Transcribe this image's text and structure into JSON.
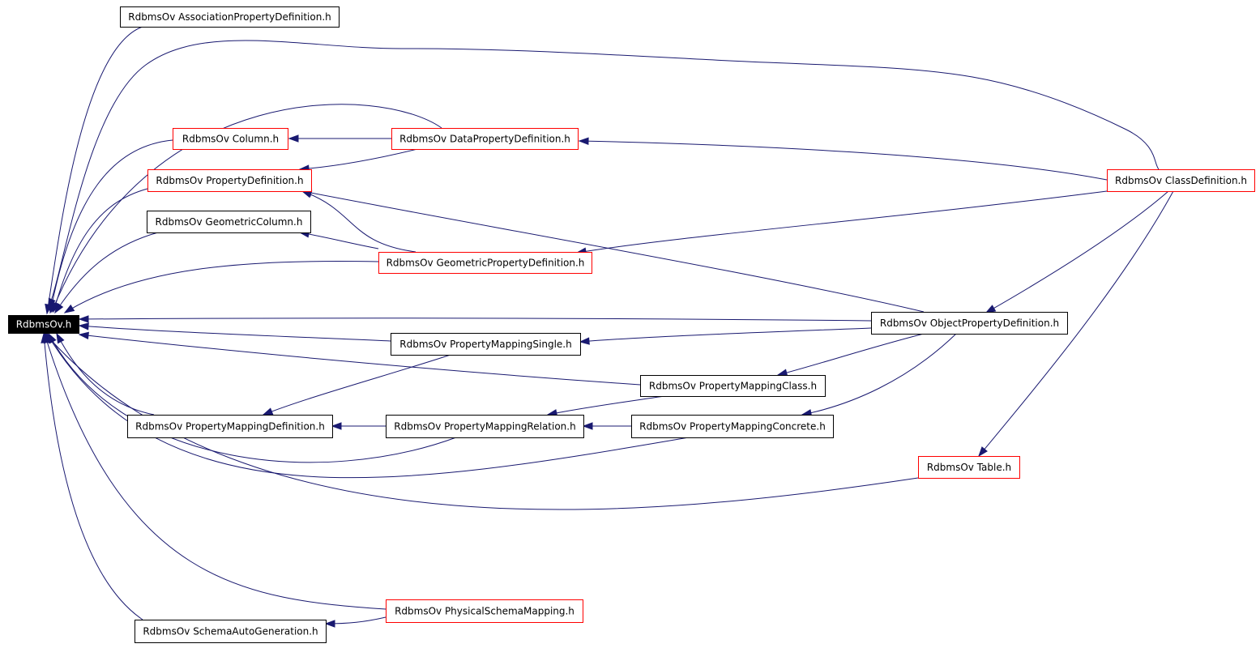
{
  "colors": {
    "edge": "#191970",
    "root_fill": "#000000",
    "root_text": "#ffffff",
    "normal_border": "#000000",
    "truncated_border": "#ff0000",
    "node_fill": "#ffffff",
    "node_text": "#000000"
  },
  "nodes": [
    {
      "id": "root",
      "label": "RdbmsOv.h",
      "style": "root"
    },
    {
      "id": "assoc",
      "label": "RdbmsOv AssociationPropertyDefinition.h",
      "style": "normal"
    },
    {
      "id": "column",
      "label": "RdbmsOv Column.h",
      "style": "truncated"
    },
    {
      "id": "dataprop",
      "label": "RdbmsOv DataPropertyDefinition.h",
      "style": "truncated"
    },
    {
      "id": "propdef",
      "label": "RdbmsOv PropertyDefinition.h",
      "style": "truncated"
    },
    {
      "id": "classdef",
      "label": "RdbmsOv ClassDefinition.h",
      "style": "truncated"
    },
    {
      "id": "geocol",
      "label": "RdbmsOv GeometricColumn.h",
      "style": "normal"
    },
    {
      "id": "geoprop",
      "label": "RdbmsOv GeometricPropertyDefinition.h",
      "style": "truncated"
    },
    {
      "id": "objprop",
      "label": "RdbmsOv ObjectPropertyDefinition.h",
      "style": "normal"
    },
    {
      "id": "pmsingle",
      "label": "RdbmsOv PropertyMappingSingle.h",
      "style": "normal"
    },
    {
      "id": "pmclass",
      "label": "RdbmsOv PropertyMappingClass.h",
      "style": "normal"
    },
    {
      "id": "pmdef",
      "label": "RdbmsOv PropertyMappingDefinition.h",
      "style": "normal"
    },
    {
      "id": "pmrel",
      "label": "RdbmsOv PropertyMappingRelation.h",
      "style": "normal"
    },
    {
      "id": "pmconc",
      "label": "RdbmsOv PropertyMappingConcrete.h",
      "style": "normal"
    },
    {
      "id": "table",
      "label": "RdbmsOv Table.h",
      "style": "truncated"
    },
    {
      "id": "physmap",
      "label": "RdbmsOv PhysicalSchemaMapping.h",
      "style": "truncated"
    },
    {
      "id": "autogen",
      "label": "RdbmsOv SchemaAutoGeneration.h",
      "style": "normal"
    }
  ],
  "edges": [
    {
      "from": "assoc",
      "to": "root"
    },
    {
      "from": "classdef",
      "to": "root"
    },
    {
      "from": "dataprop",
      "to": "root"
    },
    {
      "from": "column",
      "to": "root"
    },
    {
      "from": "propdef",
      "to": "root"
    },
    {
      "from": "geocol",
      "to": "root"
    },
    {
      "from": "geoprop",
      "to": "root"
    },
    {
      "from": "objprop",
      "to": "root"
    },
    {
      "from": "pmsingle",
      "to": "root"
    },
    {
      "from": "pmclass",
      "to": "root"
    },
    {
      "from": "pmdef",
      "to": "root"
    },
    {
      "from": "pmrel",
      "to": "root"
    },
    {
      "from": "pmconc",
      "to": "root"
    },
    {
      "from": "table",
      "to": "root"
    },
    {
      "from": "physmap",
      "to": "root"
    },
    {
      "from": "autogen",
      "to": "root"
    },
    {
      "from": "dataprop",
      "to": "column"
    },
    {
      "from": "classdef",
      "to": "dataprop"
    },
    {
      "from": "dataprop",
      "to": "propdef"
    },
    {
      "from": "geoprop",
      "to": "propdef"
    },
    {
      "from": "objprop",
      "to": "propdef"
    },
    {
      "from": "geoprop",
      "to": "geocol"
    },
    {
      "from": "classdef",
      "to": "geoprop"
    },
    {
      "from": "classdef",
      "to": "objprop"
    },
    {
      "from": "classdef",
      "to": "table"
    },
    {
      "from": "objprop",
      "to": "pmsingle"
    },
    {
      "from": "objprop",
      "to": "pmclass"
    },
    {
      "from": "objprop",
      "to": "pmconc"
    },
    {
      "from": "pmsingle",
      "to": "pmdef"
    },
    {
      "from": "pmrel",
      "to": "pmdef"
    },
    {
      "from": "pmclass",
      "to": "pmrel"
    },
    {
      "from": "pmconc",
      "to": "pmrel"
    },
    {
      "from": "physmap",
      "to": "autogen"
    }
  ]
}
